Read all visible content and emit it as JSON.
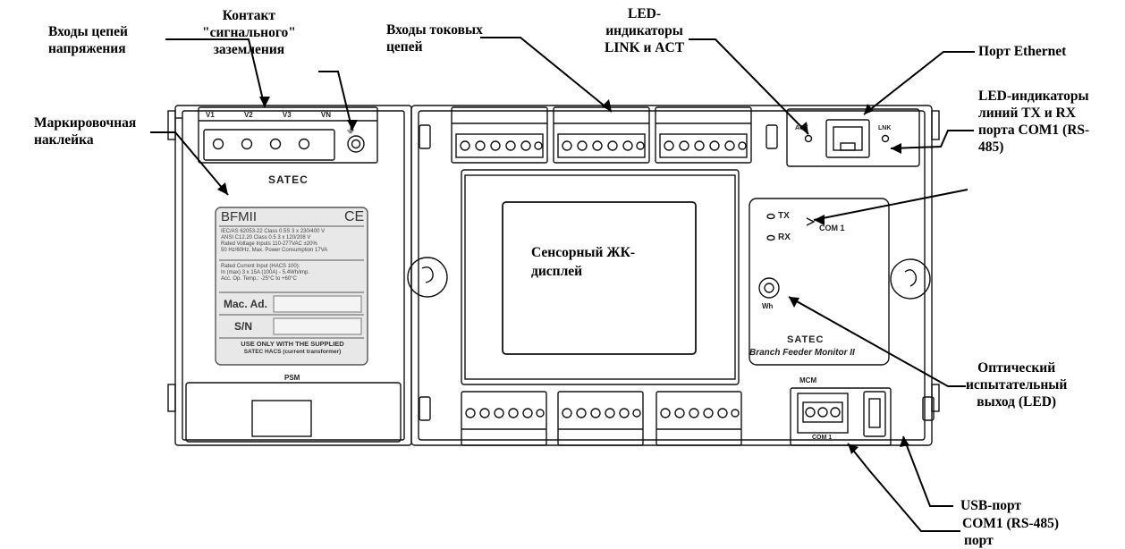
{
  "callouts": {
    "voltage_inputs": [
      "Входы цепей",
      "напряжения"
    ],
    "signal_ground": [
      "Контакт",
      "\"сигнального\"",
      "заземления"
    ],
    "current_inputs": [
      "Входы токовых",
      "цепей"
    ],
    "link_act_leds": [
      "LED-",
      "индикаторы",
      "LINK и ACT"
    ],
    "ethernet_port": [
      "Порт Ethernet"
    ],
    "label_sticker": [
      "Маркировочная",
      "наклейка"
    ],
    "tx_rx_leds": [
      "LED-индикаторы",
      "линий TX и RX",
      "порта COM1 (RS-",
      "485)"
    ],
    "touch_lcd": [
      "Сенсорный ЖК-",
      "дисплей"
    ],
    "optical_test_output": [
      "Оптический",
      "испытательный",
      "выход (LED)"
    ],
    "usb_port": [
      "USB-порт"
    ],
    "com1_port": [
      "COM1 (RS-485)",
      "порт"
    ]
  },
  "device": {
    "brand": "SATEC",
    "product_name": "Branch Feeder Monitor II",
    "psm_label": "PSM",
    "mcm_label": "MCM",
    "voltage_terminals": [
      "V1",
      "V2",
      "V3",
      "VN"
    ],
    "led_act": "ACT",
    "led_lnk": "LNK",
    "led_tx": "TX",
    "led_rx": "RX",
    "com1_label": "COM 1",
    "com1_port_label": "COM 1",
    "wh_label": "Wh"
  },
  "nameplate": {
    "model": "BFMII",
    "ce_mark": "CE",
    "spec_lines_1": [
      "IEC/AS 62053-22 Class 0.5S  3 x 230/400 V",
      "ANSI C12.20  Class 0.5     3 x 120/208 V",
      "Rated Voltage Inputs 110-277VAC ±20%",
      "50 Hz/60Hz, Max. Power Consumption 17VA"
    ],
    "spec_lines_2": [
      "Rated Current Input (HACS 100):",
      "In (max)  3 x 15A (100A) - 5.4Wh/imp.",
      "Acc. Op. Temp.: -25°C to +60°C"
    ],
    "mac_label": "Mac. Ad.",
    "sn_label": "S/N",
    "footer_lines": [
      "USE ONLY WITH THE SUPPLIED",
      "SATEC HACS (current transformer)"
    ]
  }
}
